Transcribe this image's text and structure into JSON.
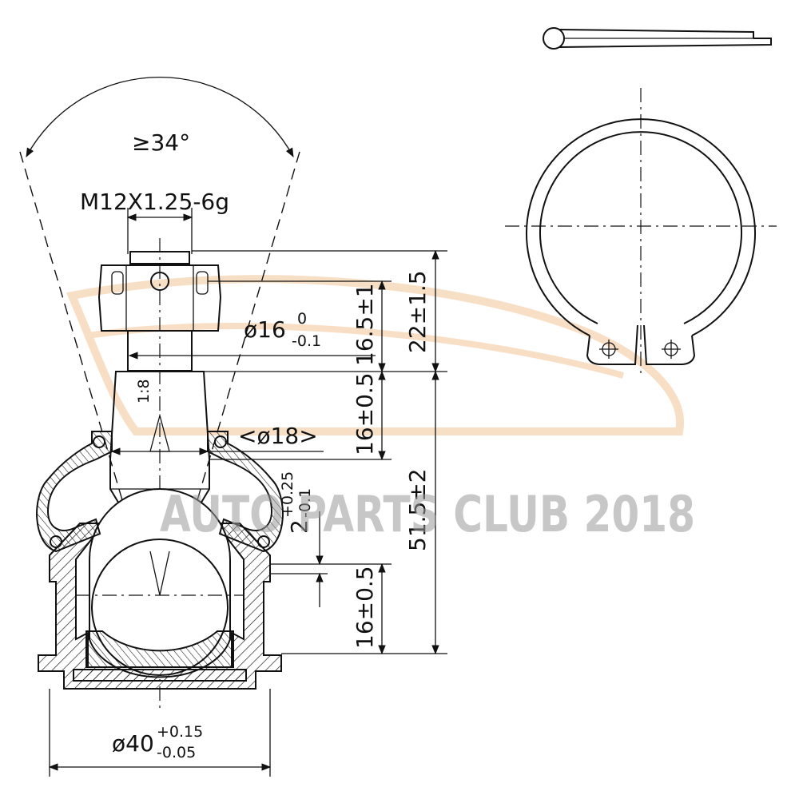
{
  "drawing": {
    "angle_label": "≥34°",
    "thread_label": "M12X1.25-6g",
    "shank_diameter_main": "ø16",
    "shank_diameter_upper_tol": "0",
    "shank_diameter_lower_tol": "-0.1",
    "taper_label": "1:8",
    "ref_diameter_label": "<ø18>",
    "body_diameter_main": "ø40",
    "body_diameter_upper_tol": "+0.15",
    "body_diameter_lower_tol": "-0.05",
    "dim_thread_length": "16.5±1",
    "dim_top_total": "22±1.5",
    "dim_taper_length": "16±0.5",
    "dim_overall": "51.5±2",
    "dim_gap_main": "2",
    "dim_gap_upper_tol": "+0.25",
    "dim_gap_lower_tol": "-0.1",
    "dim_body_height": "16±0.5"
  },
  "watermark": {
    "text": "AUTO PARTS CLUB 2018",
    "color": "#9a9a9a",
    "swoosh_color": "#f2c9a0"
  }
}
